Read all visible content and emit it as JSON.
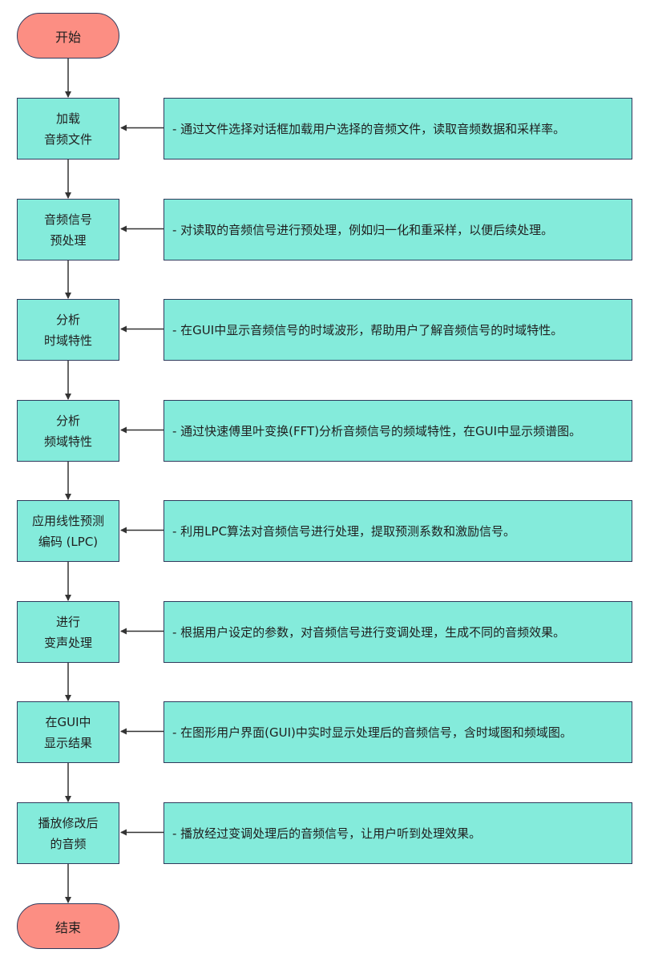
{
  "diagram": {
    "type": "flowchart",
    "colors": {
      "terminator_fill": "#fc8e83",
      "process_fill": "#84ebdb",
      "border": "#2f3a5c",
      "connector": "#333333"
    },
    "start": {
      "label": "开始"
    },
    "end": {
      "label": "结束"
    },
    "steps": [
      {
        "lines": [
          "加载",
          "音频文件"
        ],
        "note": "- 通过文件选择对话框加载用户选择的音频文件，读取音频数据和采样率。"
      },
      {
        "lines": [
          "音频信号",
          "预处理"
        ],
        "note": "- 对读取的音频信号进行预处理，例如归一化和重采样，以便后续处理。"
      },
      {
        "lines": [
          "分析",
          "时域特性"
        ],
        "note": "- 在GUI中显示音频信号的时域波形，帮助用户了解音频信号的时域特性。"
      },
      {
        "lines": [
          "分析",
          "频域特性"
        ],
        "note": "- 通过快速傅里叶变换(FFT)分析音频信号的频域特性，在GUI中显示频谱图。"
      },
      {
        "lines": [
          "应用线性预测",
          "编码 (LPC)"
        ],
        "note": "- 利用LPC算法对音频信号进行处理，提取预测系数和激励信号。"
      },
      {
        "lines": [
          "进行",
          "变声处理"
        ],
        "note": "- 根据用户设定的参数，对音频信号进行变调处理，生成不同的音频效果。"
      },
      {
        "lines": [
          "在GUI中",
          "显示结果"
        ],
        "note": "- 在图形用户界面(GUI)中实时显示处理后的音频信号，含时域图和频域图。"
      },
      {
        "lines": [
          "播放修改后",
          "的音频"
        ],
        "note": "- 播放经过变调处理后的音频信号，让用户听到处理效果。"
      }
    ]
  }
}
